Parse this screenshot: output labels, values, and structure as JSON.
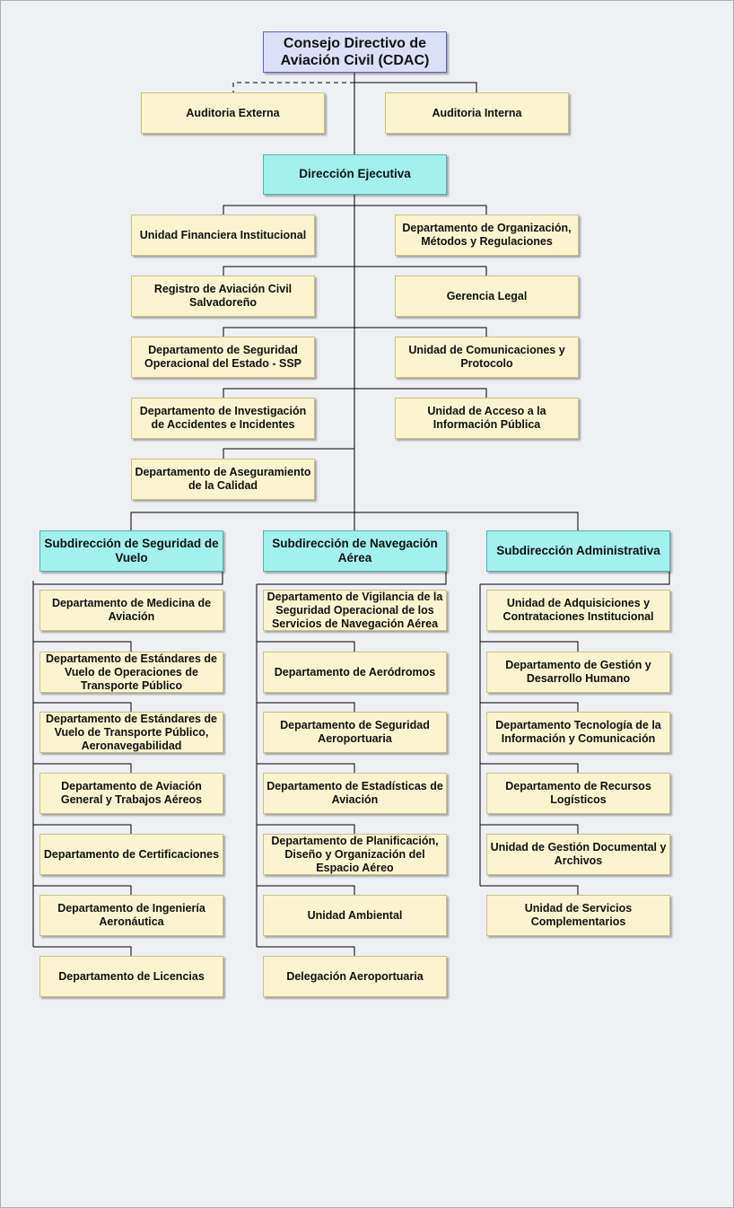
{
  "org_chart": {
    "council": "Consejo Directivo de Aviación Civil (CDAC)",
    "external_audit": "Auditoria Externa",
    "internal_audit": "Auditoria Interna",
    "executive_direction": "Dirección Ejecutiva",
    "executive_units": {
      "financial_unit": "Unidad Financiera Institucional",
      "org_methods_dept": "Departamento de Organización, Métodos y Regulaciones",
      "aviation_registry": "Registro de Aviación Civil Salvadoreño",
      "legal_management": "Gerencia Legal",
      "ssp_dept": "Departamento de Seguridad Operacional del Estado - SSP",
      "communications_unit": "Unidad de Comunicaciones y Protocolo",
      "investigation_dept": "Departamento de Investigación de Accidentes e Incidentes",
      "public_info_unit": "Unidad de Acceso a la Información Pública",
      "quality_dept": "Departamento de Aseguramiento de la Calidad"
    },
    "flight_safety": {
      "title": "Subdirección de Seguridad de Vuelo",
      "departments": [
        "Departamento de Medicina de Aviación",
        "Departamento de Estándares de Vuelo de Operaciones de Transporte Público",
        "Departamento de Estándares de Vuelo de Transporte Público, Aeronavegabilidad",
        "Departamento de Aviación General y Trabajos Aéreos",
        "Departamento de Certificaciones",
        "Departamento de Ingeniería Aeronáutica",
        "Departamento de Licencias"
      ]
    },
    "air_navigation": {
      "title": "Subdirección de Navegación Aérea",
      "departments": [
        "Departamento de Vigilancia de la Seguridad Operacional de los Servicios de Navegación Aérea",
        "Departamento de Aeródromos",
        "Departamento de Seguridad Aeroportuaria",
        "Departamento de Estadísticas de Aviación",
        "Departamento de Planificación, Diseño y Organización del Espacio Aéreo",
        "Unidad Ambiental",
        "Delegación Aeroportuaria"
      ]
    },
    "administrative": {
      "title": "Subdirección Administrativa",
      "departments": [
        "Unidad de Adquisiciones y Contrataciones Institucional",
        "Departamento de Gestión y Desarrollo Humano",
        "Departamento Tecnología de la Información y Comunicación",
        "Departamento de Recursos Logísticos",
        "Unidad de Gestión Documental y Archivos",
        "Unidad de Servicios Complementarios"
      ]
    }
  },
  "colors": {
    "canvas_bg": "#eff0f4",
    "department_fill": "#fbf5cf",
    "subdirection_fill": "#a2f1ed",
    "council_fill": "#dcdff8",
    "council_border": "#5866bd",
    "connector": "#000000"
  }
}
